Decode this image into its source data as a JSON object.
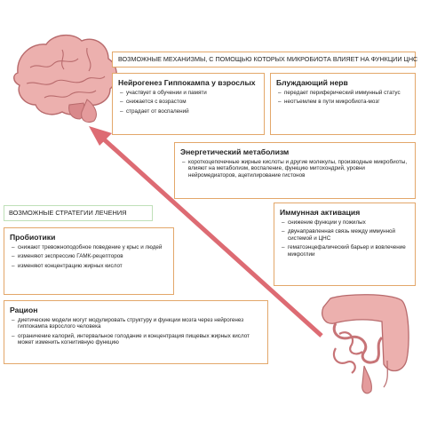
{
  "header_mechanisms": "ВОЗМОЖНЫЕ МЕХАНИЗМЫ, С ПОМОЩЬЮ КОТОРЫХ МИКРОБИОТА ВЛИЯЕТ НА ФУНКЦИИ ЦНС",
  "neurogenesis": {
    "title": "Нейрогенез Гиппокампа у взрослых",
    "items": [
      "участвует в обучении и памяти",
      "снижается с возрастом",
      "страдает от воспалений"
    ]
  },
  "vagus": {
    "title": "Блуждающий нерв",
    "items": [
      "передает периферический иммунный статус",
      "неотъемлем в пути микробиота-мозг"
    ]
  },
  "energy": {
    "title": "Энергетический метаболизм",
    "items": [
      "коротко­цепочечные жирные кислоты и другие молекулы, производные микробиоты, влияют на метаболизм, воспаление, функцию митохондрий, уровни нейромедиаторов, ацетилирование гистонов"
    ]
  },
  "immune": {
    "title": "Иммунная активация",
    "items": [
      "снижение функции у пожилых",
      "двунаправленная связь между иммунной системой и ЦНС",
      "гематоэнцефалический барьер и вовлечение микроглии"
    ]
  },
  "header_strategies": "ВОЗМОЖНЫЕ СТРАТЕГИИ ЛЕЧЕНИЯ",
  "probiotics": {
    "title": "Пробиотики",
    "items": [
      "снижают тревожноподобное поведение у крыс и людей",
      "изменяют экспрессию ГАМК-рецепторов",
      "изменяют концентрацию жирных кислот"
    ]
  },
  "diet": {
    "title": "Рацион",
    "items": [
      "диетические модели могут модулировать структуру и функции мозга через нейрогенез гиппокампа взрослого человека",
      "ограничение калорий, интервальное голодание и концентрация пищевых жирных кислот может изменить когнитивную функцию"
    ]
  },
  "colors": {
    "orange_border": "#e3a76a",
    "blue_border": "#c7d5f0",
    "green_border": "#bfe0b8",
    "arrow": "#dd6b73",
    "organ": "#e8a3a2"
  }
}
